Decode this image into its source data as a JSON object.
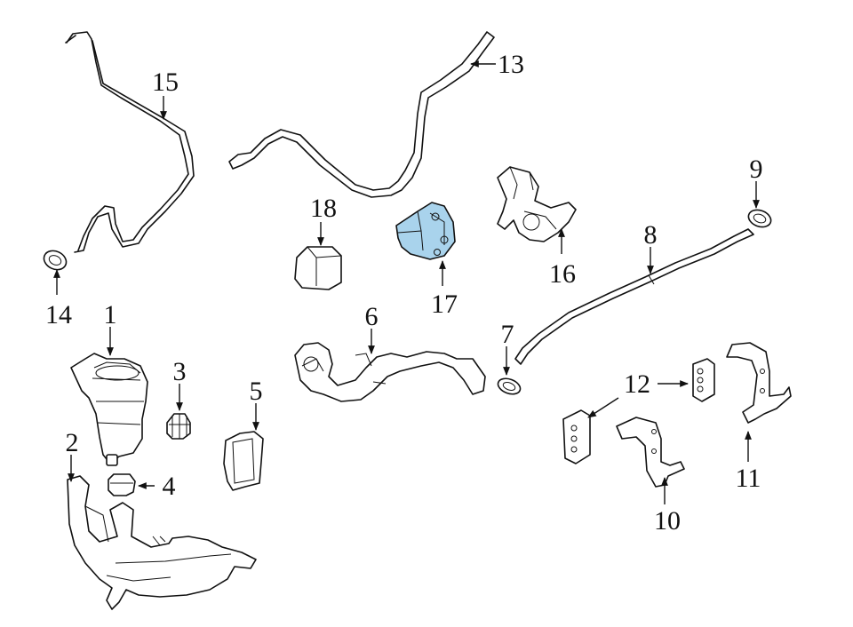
{
  "diagram": {
    "highlight_color": "#a9d3ec",
    "callouts": [
      {
        "id": "1",
        "label": "1"
      },
      {
        "id": "2",
        "label": "2"
      },
      {
        "id": "3",
        "label": "3"
      },
      {
        "id": "4",
        "label": "4"
      },
      {
        "id": "5",
        "label": "5"
      },
      {
        "id": "6",
        "label": "6"
      },
      {
        "id": "7",
        "label": "7"
      },
      {
        "id": "8",
        "label": "8"
      },
      {
        "id": "9",
        "label": "9"
      },
      {
        "id": "10",
        "label": "10"
      },
      {
        "id": "11",
        "label": "11"
      },
      {
        "id": "12",
        "label": "12"
      },
      {
        "id": "13",
        "label": "13"
      },
      {
        "id": "14",
        "label": "14"
      },
      {
        "id": "15",
        "label": "15"
      },
      {
        "id": "16",
        "label": "16"
      },
      {
        "id": "17",
        "label": "17"
      },
      {
        "id": "18",
        "label": "18"
      }
    ]
  }
}
